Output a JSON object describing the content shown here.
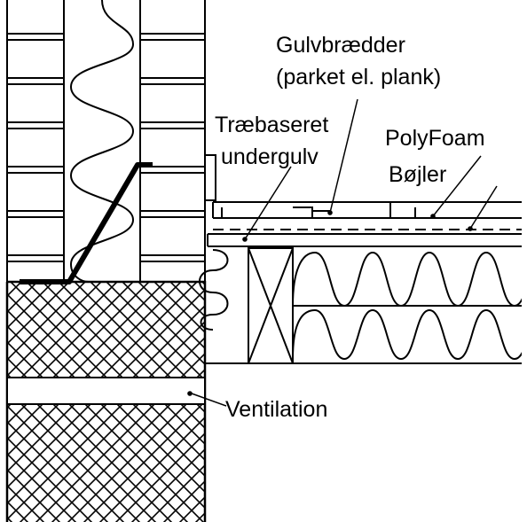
{
  "labels": {
    "floorboards_line1": "Gulvbrædder",
    "floorboards_line2": "(parket el. plank)",
    "subfloor_line1": "Træbaseret",
    "subfloor_line2": "undergulv",
    "underlay": "PolyFoam",
    "clips": "Bøjler",
    "ventilation": "Ventilation"
  },
  "colors": {
    "ink": "#000000",
    "paper": "#ffffff"
  }
}
